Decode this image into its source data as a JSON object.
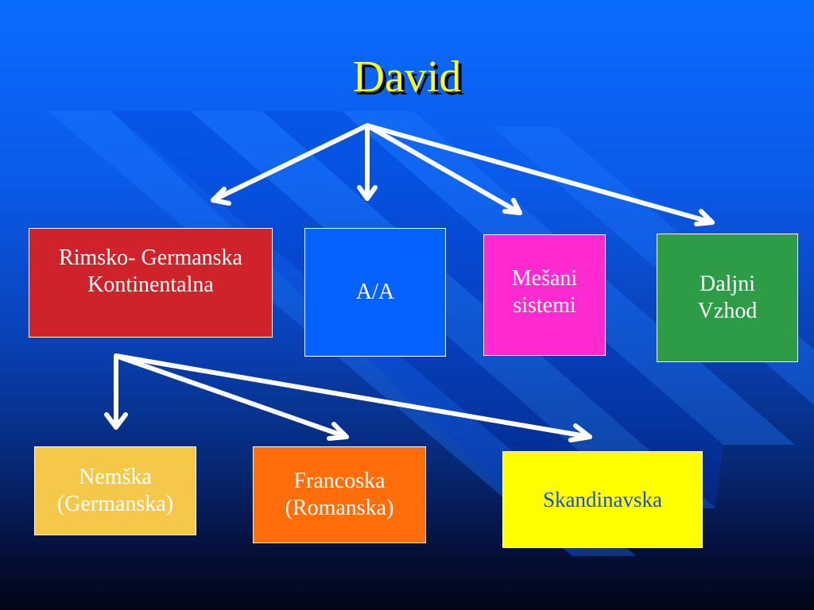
{
  "title": "David",
  "boxes": {
    "rimsko": "Rimsko- Germanska\nKontinentalna",
    "aa": "A/A",
    "mesani": "Mešani\nsistemi",
    "daljni": "Daljni\nVzhod",
    "nemska": "Nemška\n(Germanska)",
    "francoska": "Francoska\n(Romanska)",
    "skandinavska": "Skandinavska"
  },
  "colors": {
    "title": "#ffff1a",
    "rimsko": "#d0222a",
    "aa": "#0562ff",
    "mesani": "#ff2bd0",
    "daljni": "#2e9c47",
    "nemska": "#f5c84a",
    "francoska": "#ff6e0a",
    "skandinavska": "#ffff00",
    "arrows": "#ffffff"
  }
}
